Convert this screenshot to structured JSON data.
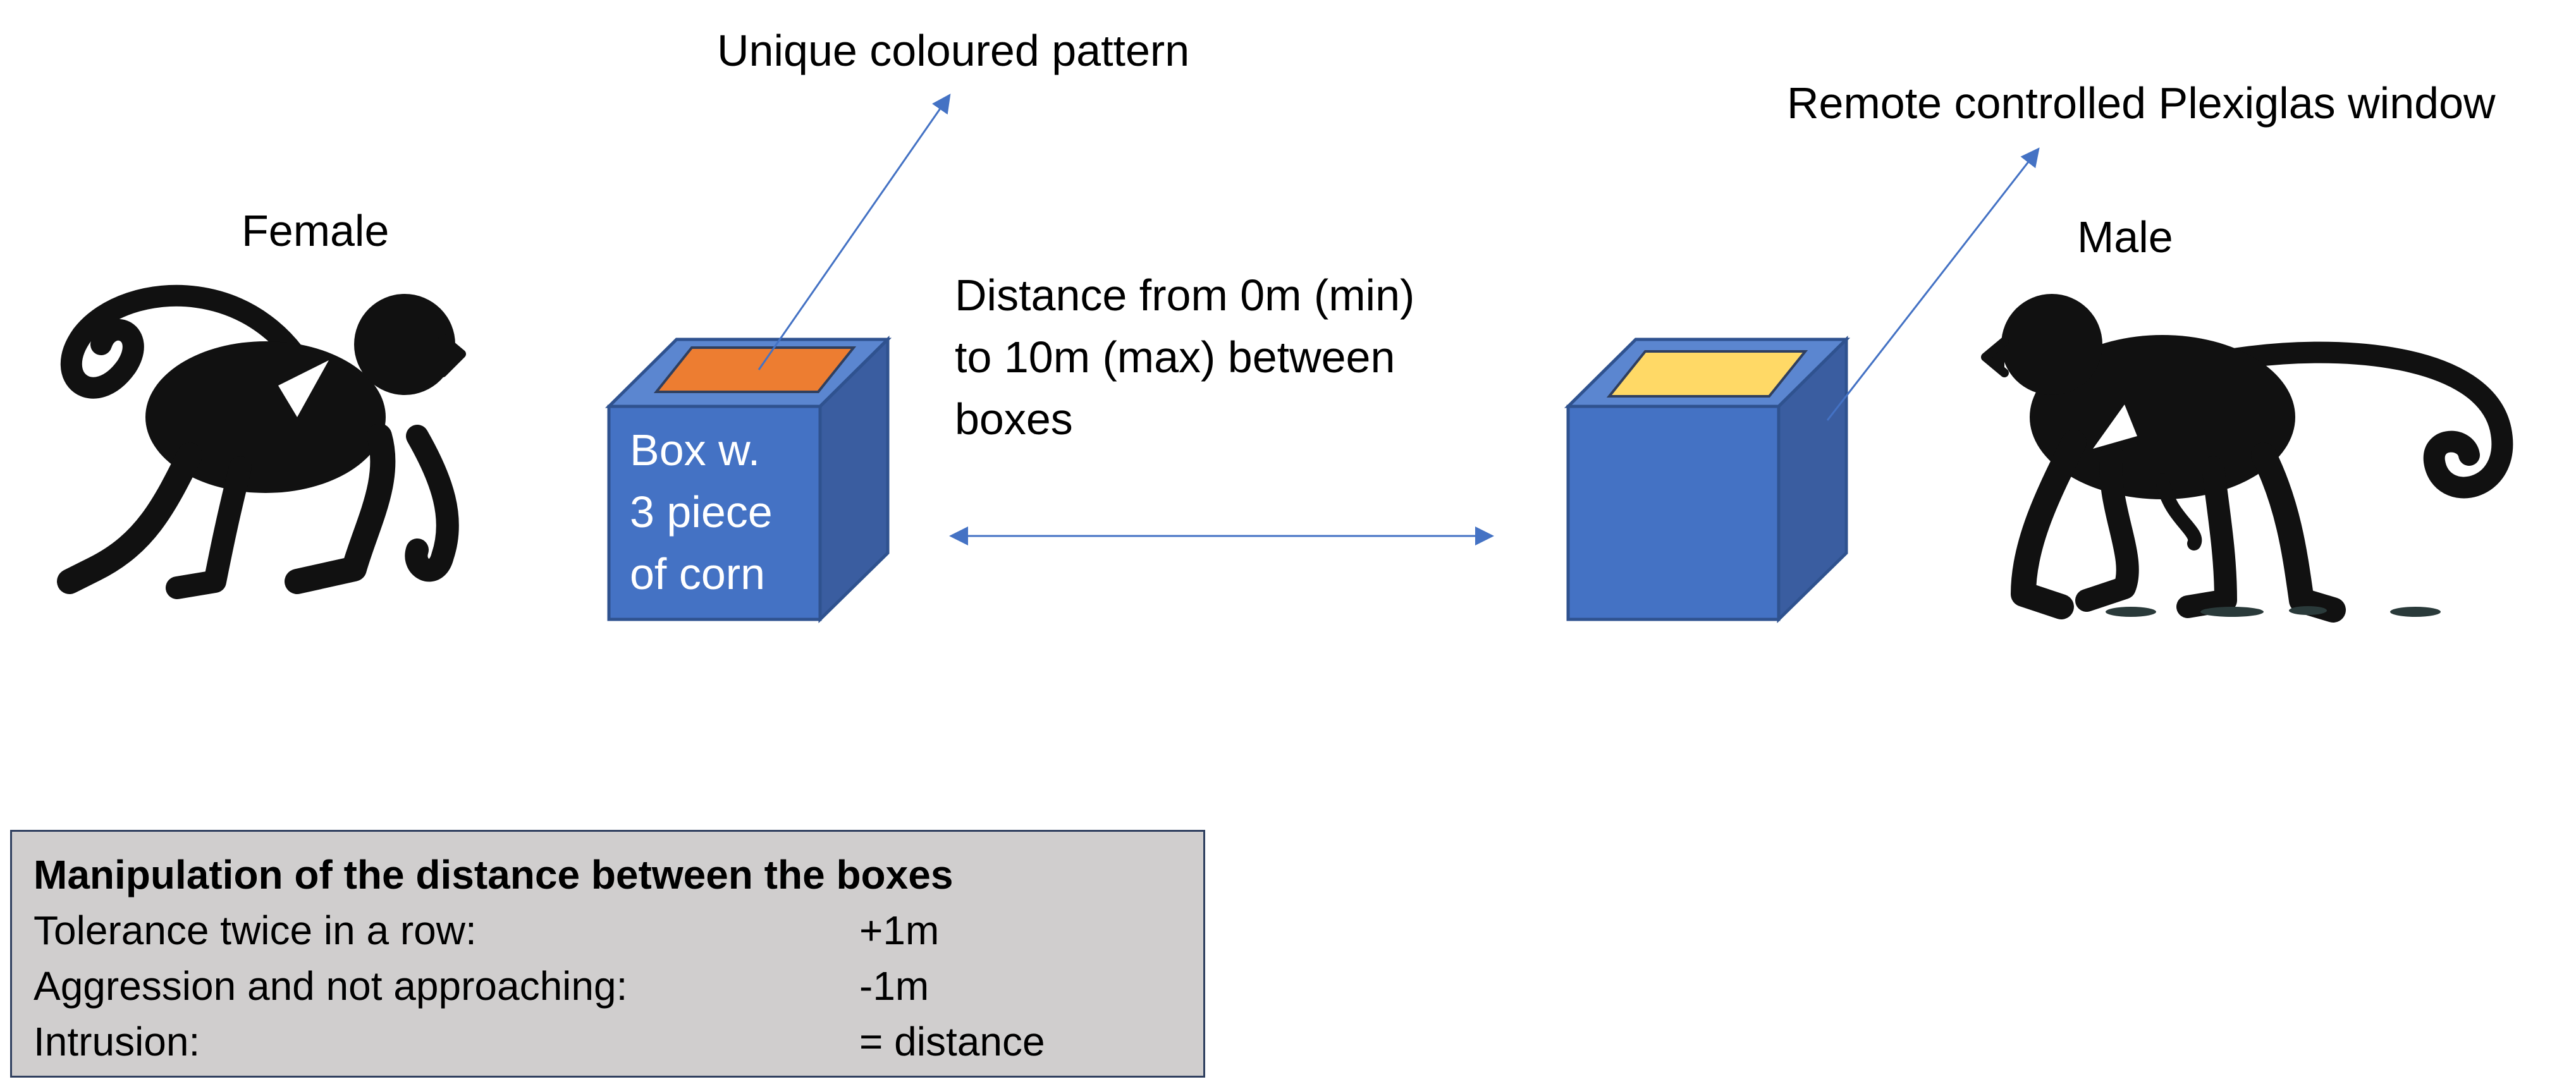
{
  "labels": {
    "female": "Female",
    "male": "Male",
    "pattern": "Unique coloured pattern",
    "window": "Remote controlled Plexiglas window",
    "distance_lines": [
      "Distance from 0m (min)",
      "to 10m (max) between",
      "boxes"
    ],
    "box_lines": [
      "Box w.",
      "3 piece",
      "of corn"
    ]
  },
  "panel": {
    "title": "Manipulation of the distance between the boxes",
    "rows": [
      {
        "label": "Tolerance twice in a row:",
        "value": "+1m"
      },
      {
        "label": "Aggression and not approaching:",
        "value": "-1m"
      },
      {
        "label": "Intrusion:",
        "value": "= distance"
      }
    ]
  },
  "colors": {
    "box_front": "#4472c4",
    "box_side": "#3a5da0",
    "box_outline": "#2f528f",
    "pattern_left": "#ed7d31",
    "pattern_right": "#ffd966",
    "arrow": "#4472c4",
    "panel_bg": "#d0cece"
  },
  "icons": [
    "monkey-female-icon",
    "monkey-male-icon"
  ]
}
